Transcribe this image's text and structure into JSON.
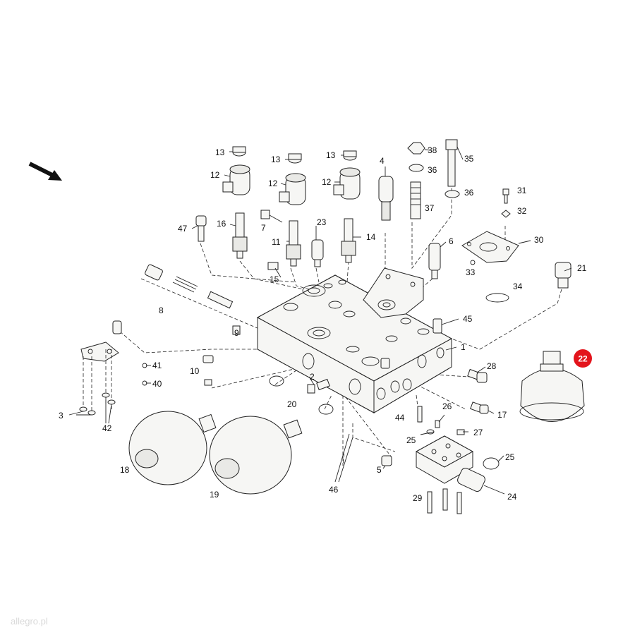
{
  "diagram": {
    "callouts": [
      {
        "id": "c13a",
        "text": "13"
      },
      {
        "id": "c13b",
        "text": "13"
      },
      {
        "id": "c13c",
        "text": "13"
      },
      {
        "id": "c12a",
        "text": "12"
      },
      {
        "id": "c12b",
        "text": "12"
      },
      {
        "id": "c12c",
        "text": "12"
      },
      {
        "id": "c4",
        "text": "4"
      },
      {
        "id": "c38",
        "text": "38"
      },
      {
        "id": "c36a",
        "text": "36"
      },
      {
        "id": "c35",
        "text": "35"
      },
      {
        "id": "c36b",
        "text": "36"
      },
      {
        "id": "c37",
        "text": "37"
      },
      {
        "id": "c31",
        "text": "31"
      },
      {
        "id": "c32",
        "text": "32"
      },
      {
        "id": "c47",
        "text": "47"
      },
      {
        "id": "c16",
        "text": "16"
      },
      {
        "id": "c7",
        "text": "7"
      },
      {
        "id": "c23",
        "text": "23"
      },
      {
        "id": "c11",
        "text": "11"
      },
      {
        "id": "c14",
        "text": "14"
      },
      {
        "id": "c6",
        "text": "6"
      },
      {
        "id": "c30",
        "text": "30"
      },
      {
        "id": "c33",
        "text": "33"
      },
      {
        "id": "c21",
        "text": "21"
      },
      {
        "id": "c15",
        "text": "15"
      },
      {
        "id": "c34",
        "text": "34"
      },
      {
        "id": "c8",
        "text": "8"
      },
      {
        "id": "c45",
        "text": "45"
      },
      {
        "id": "c9",
        "text": "9"
      },
      {
        "id": "c1",
        "text": "1"
      },
      {
        "id": "c41",
        "text": "41"
      },
      {
        "id": "c40",
        "text": "40"
      },
      {
        "id": "c10",
        "text": "10"
      },
      {
        "id": "c2",
        "text": "2"
      },
      {
        "id": "c28",
        "text": "28"
      },
      {
        "id": "c20",
        "text": "20"
      },
      {
        "id": "c3",
        "text": "3"
      },
      {
        "id": "c42",
        "text": "42"
      },
      {
        "id": "c26",
        "text": "26"
      },
      {
        "id": "c17",
        "text": "17"
      },
      {
        "id": "c44",
        "text": "44"
      },
      {
        "id": "c27",
        "text": "27"
      },
      {
        "id": "c25a",
        "text": "25"
      },
      {
        "id": "c25b",
        "text": "25"
      },
      {
        "id": "c18",
        "text": "18"
      },
      {
        "id": "c5",
        "text": "5"
      },
      {
        "id": "c19",
        "text": "19"
      },
      {
        "id": "c46",
        "text": "46"
      },
      {
        "id": "c29",
        "text": "29"
      },
      {
        "id": "c24",
        "text": "24"
      }
    ],
    "highlight": {
      "text": "22",
      "color": "#e3141c"
    },
    "colors": {
      "line": "#222222",
      "fill": "#f6f6f4",
      "watermark": "#d9d9d9"
    }
  },
  "watermark": "allegro.pl"
}
